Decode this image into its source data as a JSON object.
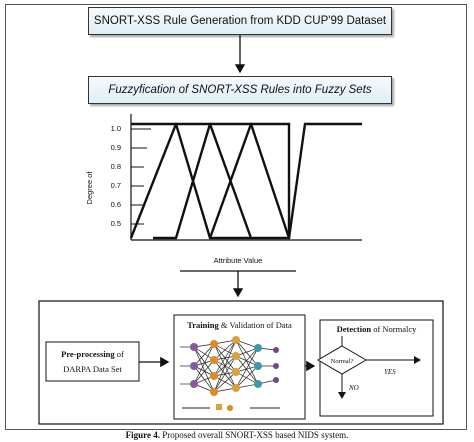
{
  "banners": {
    "rule_generation": "SNORT-XSS Rule Generation from KDD CUP'99 Dataset",
    "fuzzyfication": "Fuzzyfication of SNORT-XSS Rules into Fuzzy Sets"
  },
  "membership_plot": {
    "y_axis_label": "Degree of",
    "x_axis_label": "Attribute Value",
    "y_ticks": [
      "1.0",
      "0.9",
      "0.8",
      "0.7",
      "0.6",
      "0.5"
    ]
  },
  "pipeline": {
    "preprocessing_bold": "Pre-processing",
    "preprocessing_rest": " of",
    "preprocessing_line2": "DARPA Data Set",
    "training_bold": "Training",
    "training_rest": " & Validation of Data",
    "detection_bold": "Detection",
    "detection_rest": " of Normalcy",
    "decision_label": "Normal?",
    "yes_label": "YES",
    "no_label": "NO"
  },
  "caption": {
    "figure_label": "Figure 4.",
    "text": " Proposed overall SNORT-XSS based NIDS system."
  },
  "colors": {
    "banner_fill": "#e6f2f8",
    "line": "#111111",
    "node_purple": "#8a5aa0",
    "node_orange": "#e08a2a",
    "node_teal": "#3a9aa6"
  }
}
